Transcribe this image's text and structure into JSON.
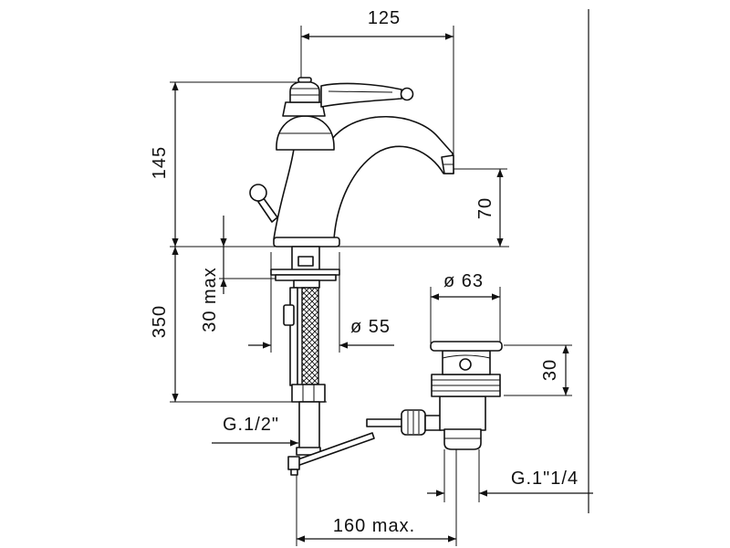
{
  "dimensions": {
    "top_width": "125",
    "upper_height": "145",
    "spout_height": "70",
    "lower_height": "350",
    "deck_max": "30 max",
    "base_diameter": "ø 55",
    "drain_diameter": "ø 63",
    "drain_height": "30",
    "supply_thread": "G.1/2\"",
    "drain_thread": "G.1\"1/4",
    "rod_max": "160 max."
  },
  "colors": {
    "line": "#111111",
    "background": "#ffffff"
  }
}
